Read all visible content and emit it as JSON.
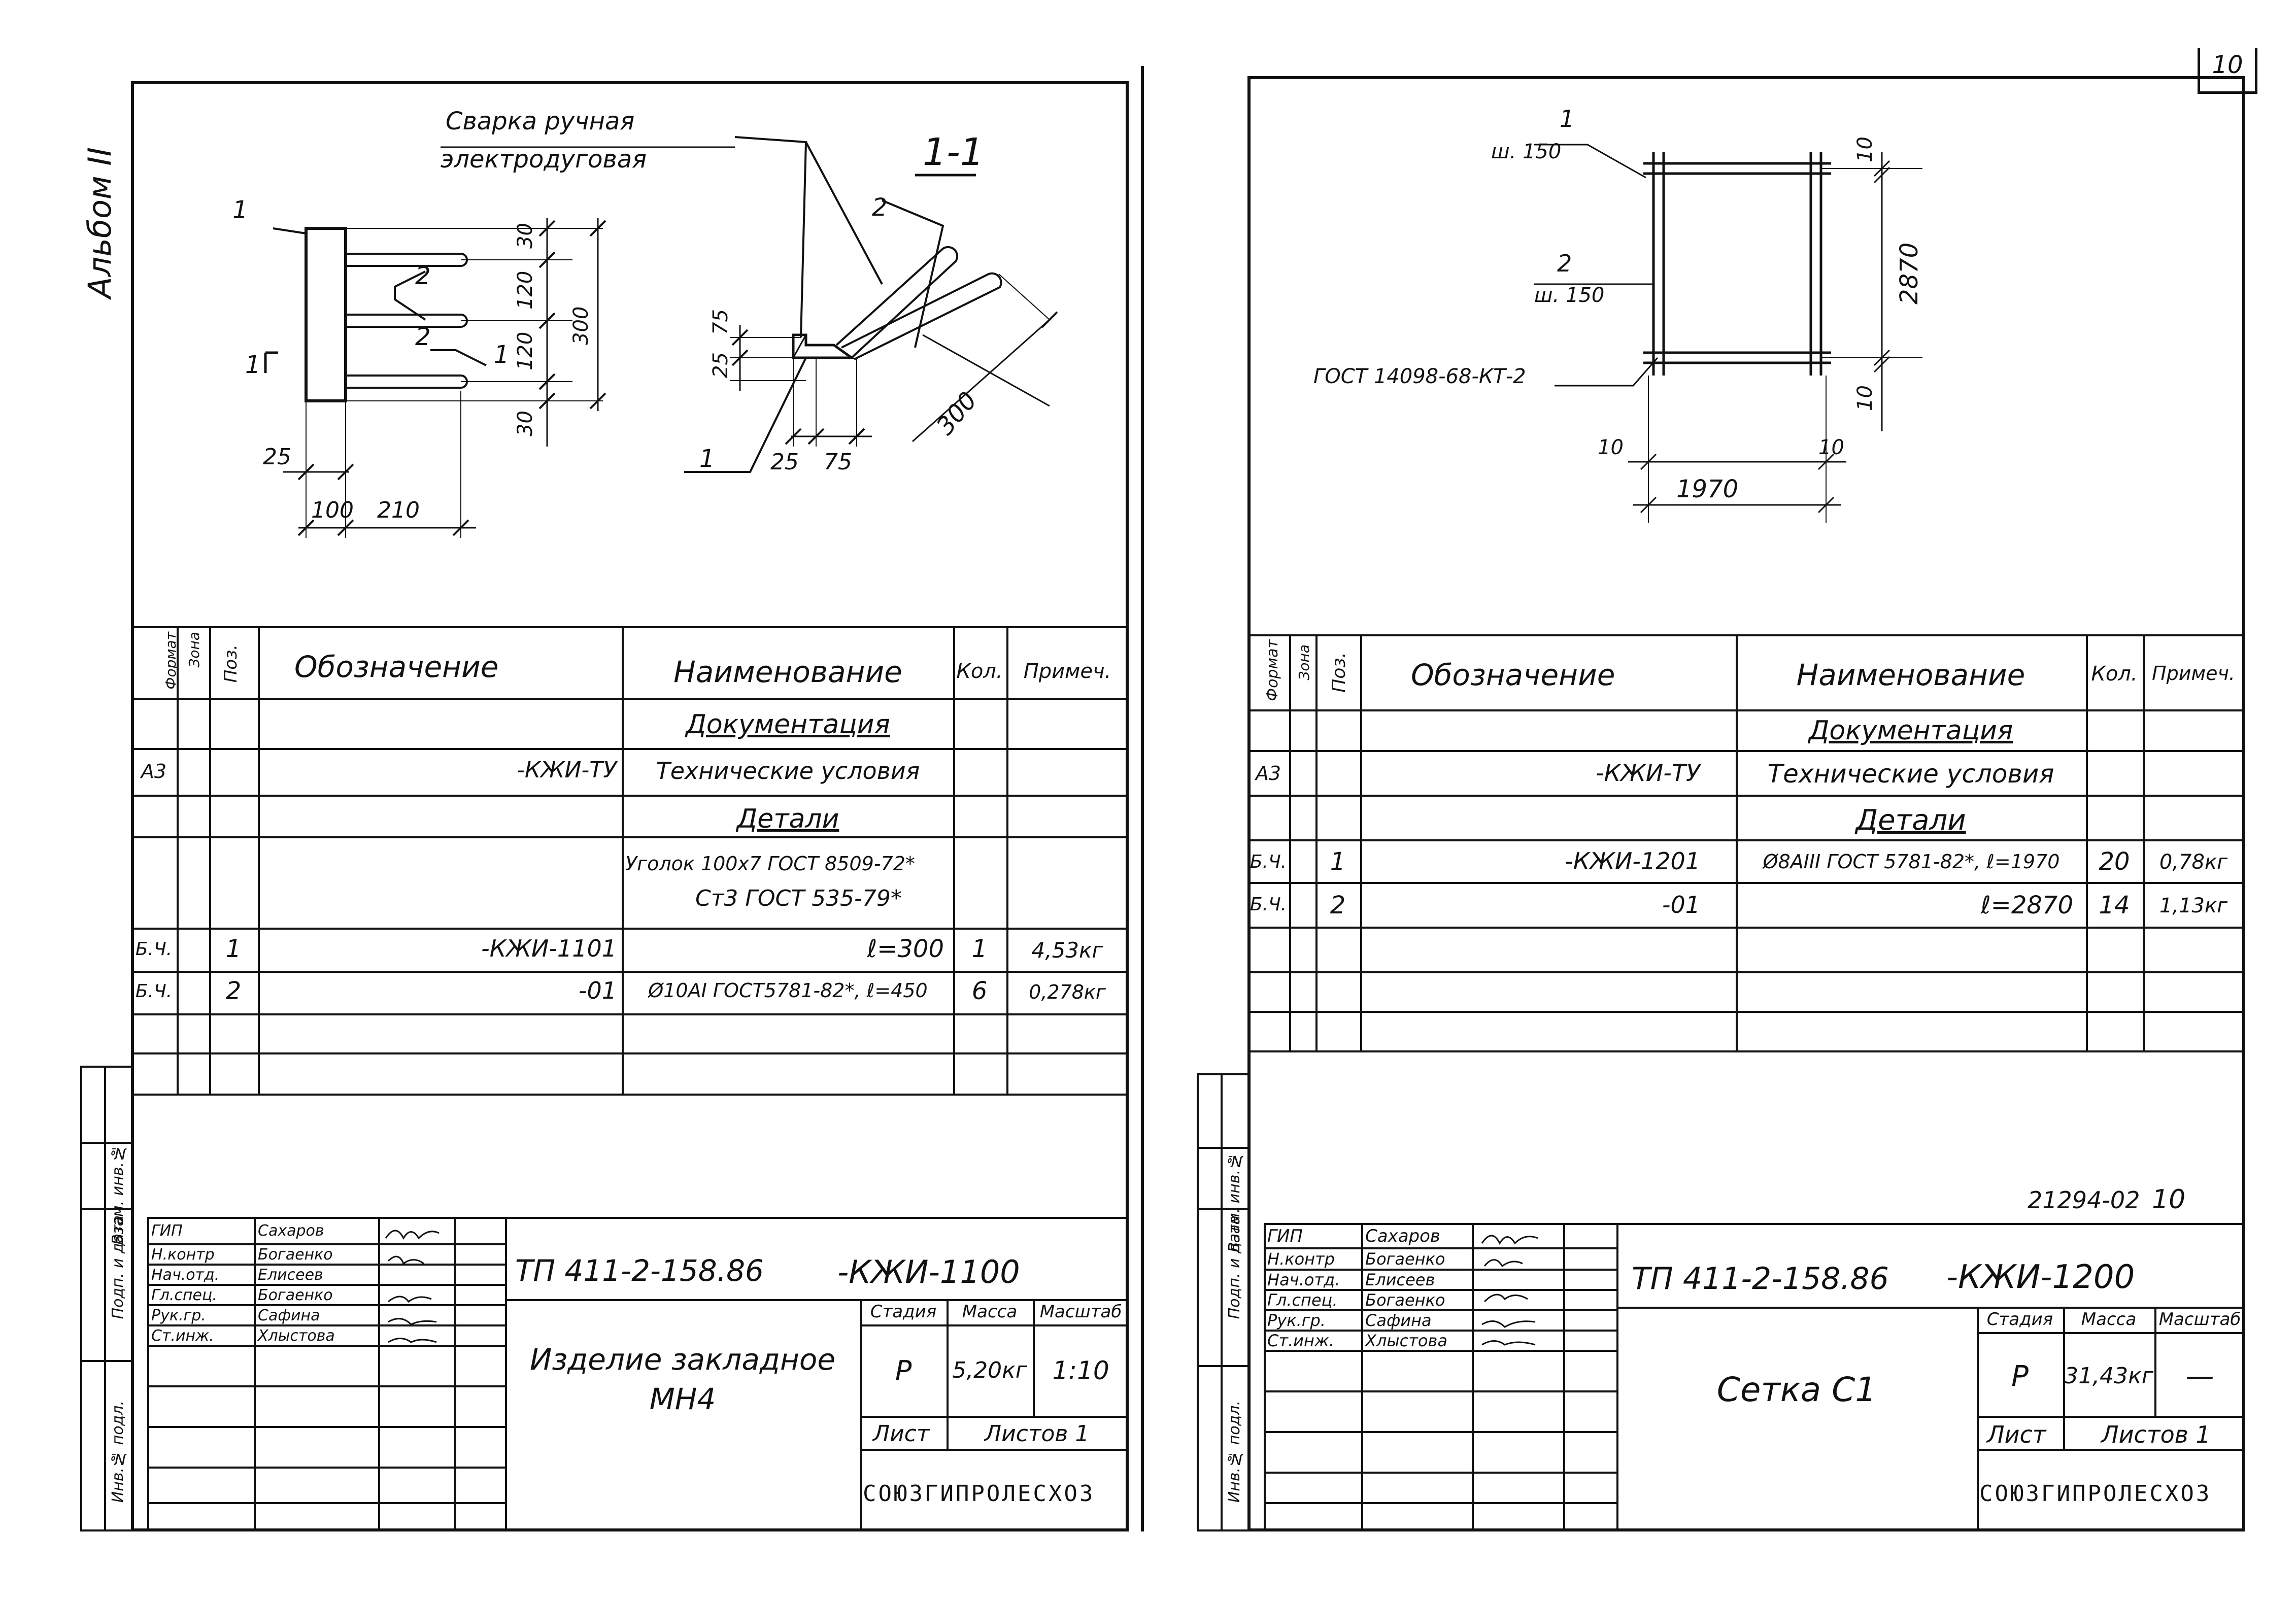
{
  "page_number": "10",
  "album_label": "Альбом II",
  "left": {
    "drawing": {
      "weld_line1": "Сварка ручная",
      "weld_line2": "электродуговая",
      "section": "1-1",
      "pos1": "1",
      "pos2": "2",
      "cut": "1",
      "d30a": "30",
      "d120a": "120",
      "d120b": "120",
      "d30b": "30",
      "d300": "300",
      "d25": "25",
      "d100": "100",
      "d210": "210",
      "s75": "75",
      "s25v": "25",
      "s25": "25",
      "s75h": "75",
      "s300": "300"
    },
    "spec": {
      "headers": {
        "format": "Формат",
        "zone": "Зона",
        "pos": "Поз.",
        "designation": "Обозначение",
        "name": "Наименование",
        "qty": "Кол.",
        "note": "Примеч."
      },
      "rows": [
        {
          "format": "",
          "pos": "",
          "designation": "",
          "name": "Документация",
          "qty": "",
          "note": ""
        },
        {
          "format": "А3",
          "pos": "",
          "designation": "-КЖИ-ТУ",
          "name": "Технические условия",
          "qty": "",
          "note": ""
        },
        {
          "format": "",
          "pos": "",
          "designation": "",
          "name": "Детали",
          "qty": "",
          "note": ""
        },
        {
          "format": "",
          "pos": "",
          "designation": "",
          "name": "Уголок 100х7 ГОСТ 8509-72*",
          "name2": "Ст3 ГОСТ 535-79*",
          "qty": "",
          "note": ""
        },
        {
          "format": "Б.Ч.",
          "pos": "1",
          "designation": "-КЖИ-1101",
          "name": "ℓ=300",
          "qty": "1",
          "note": "4,53кг"
        },
        {
          "format": "Б.Ч.",
          "pos": "2",
          "designation": "-01",
          "name": "Ø10АI ГОСТ5781-82*, ℓ=450",
          "qty": "6",
          "note": "0,278кг"
        }
      ]
    },
    "side": {
      "b1": "Взам. инв.№",
      "b2": "Подп. и дата",
      "b3": "Инв.№ подл."
    },
    "stamp": {
      "signatures": [
        {
          "role": "ГИП",
          "name": "Сахаров"
        },
        {
          "role": "Н.контр",
          "name": "Богаенко"
        },
        {
          "role": "Нач.отд.",
          "name": "Елисеев"
        },
        {
          "role": "Гл.спец.",
          "name": "Богаенко"
        },
        {
          "role": "Рук.гр.",
          "name": "Сафина"
        },
        {
          "role": "Ст.инж.",
          "name": "Хлыстова"
        }
      ],
      "project": "ТП 411-2-158.86",
      "code": "-КЖИ-1100",
      "title": "Изделие закладное МН4",
      "stage_label": "Стадия",
      "mass_label": "Масса",
      "scale_label": "Масштаб",
      "stage": "Р",
      "mass": "5,20кг",
      "scale": "1:10",
      "sheet_label": "Лист",
      "sheets_label": "Листов 1",
      "org": "СОЮЗГИПРОЛЕСХОЗ"
    }
  },
  "right": {
    "drawing": {
      "l1": "1",
      "l1b": "ш. 150",
      "l2": "2",
      "l2b": "ш. 150",
      "gost": "ГОСТ 14098-68-КТ-2",
      "d10t": "10",
      "d2870": "2870",
      "d10b": "10",
      "d10l": "10",
      "d10r": "10",
      "d1970": "1970"
    },
    "spec": {
      "headers": {
        "format": "Формат",
        "zone": "Зона",
        "pos": "Поз.",
        "designation": "Обозначение",
        "name": "Наименование",
        "qty": "Кол.",
        "note": "Примеч."
      },
      "rows": [
        {
          "format": "",
          "pos": "",
          "designation": "",
          "name": "Документация",
          "qty": "",
          "note": ""
        },
        {
          "format": "А3",
          "pos": "",
          "designation": "-КЖИ-ТУ",
          "name": "Технические условия",
          "qty": "",
          "note": ""
        },
        {
          "format": "",
          "pos": "",
          "designation": "",
          "name": "Детали",
          "qty": "",
          "note": ""
        },
        {
          "format": "Б.Ч.",
          "pos": "1",
          "designation": "-КЖИ-1201",
          "name": "Ø8АIII ГОСТ 5781-82*, ℓ=1970",
          "qty": "20",
          "note": "0,78кг"
        },
        {
          "format": "Б.Ч.",
          "pos": "2",
          "designation": "-01",
          "name": "ℓ=2870",
          "qty": "14",
          "note": "1,13кг"
        }
      ]
    },
    "side": {
      "b1": "Взам. инв.№",
      "b2": "Подп. и дата",
      "b3": "Инв.№ подл."
    },
    "archive": "21294-02",
    "archive_sheet": "10",
    "stamp": {
      "signatures": [
        {
          "role": "ГИП",
          "name": "Сахаров"
        },
        {
          "role": "Н.контр",
          "name": "Богаенко"
        },
        {
          "role": "Нач.отд.",
          "name": "Елисеев"
        },
        {
          "role": "Гл.спец.",
          "name": "Богаенко"
        },
        {
          "role": "Рук.гр.",
          "name": "Сафина"
        },
        {
          "role": "Ст.инж.",
          "name": "Хлыстова"
        }
      ],
      "project": "ТП 411-2-158.86",
      "code": "-КЖИ-1200",
      "title": "Сетка С1",
      "stage_label": "Стадия",
      "mass_label": "Масса",
      "scale_label": "Масштаб",
      "stage": "Р",
      "mass": "31,43кг",
      "scale": "—",
      "sheet_label": "Лист",
      "sheets_label": "Листов 1",
      "org": "СОЮЗГИПРОЛЕСХОЗ"
    }
  }
}
